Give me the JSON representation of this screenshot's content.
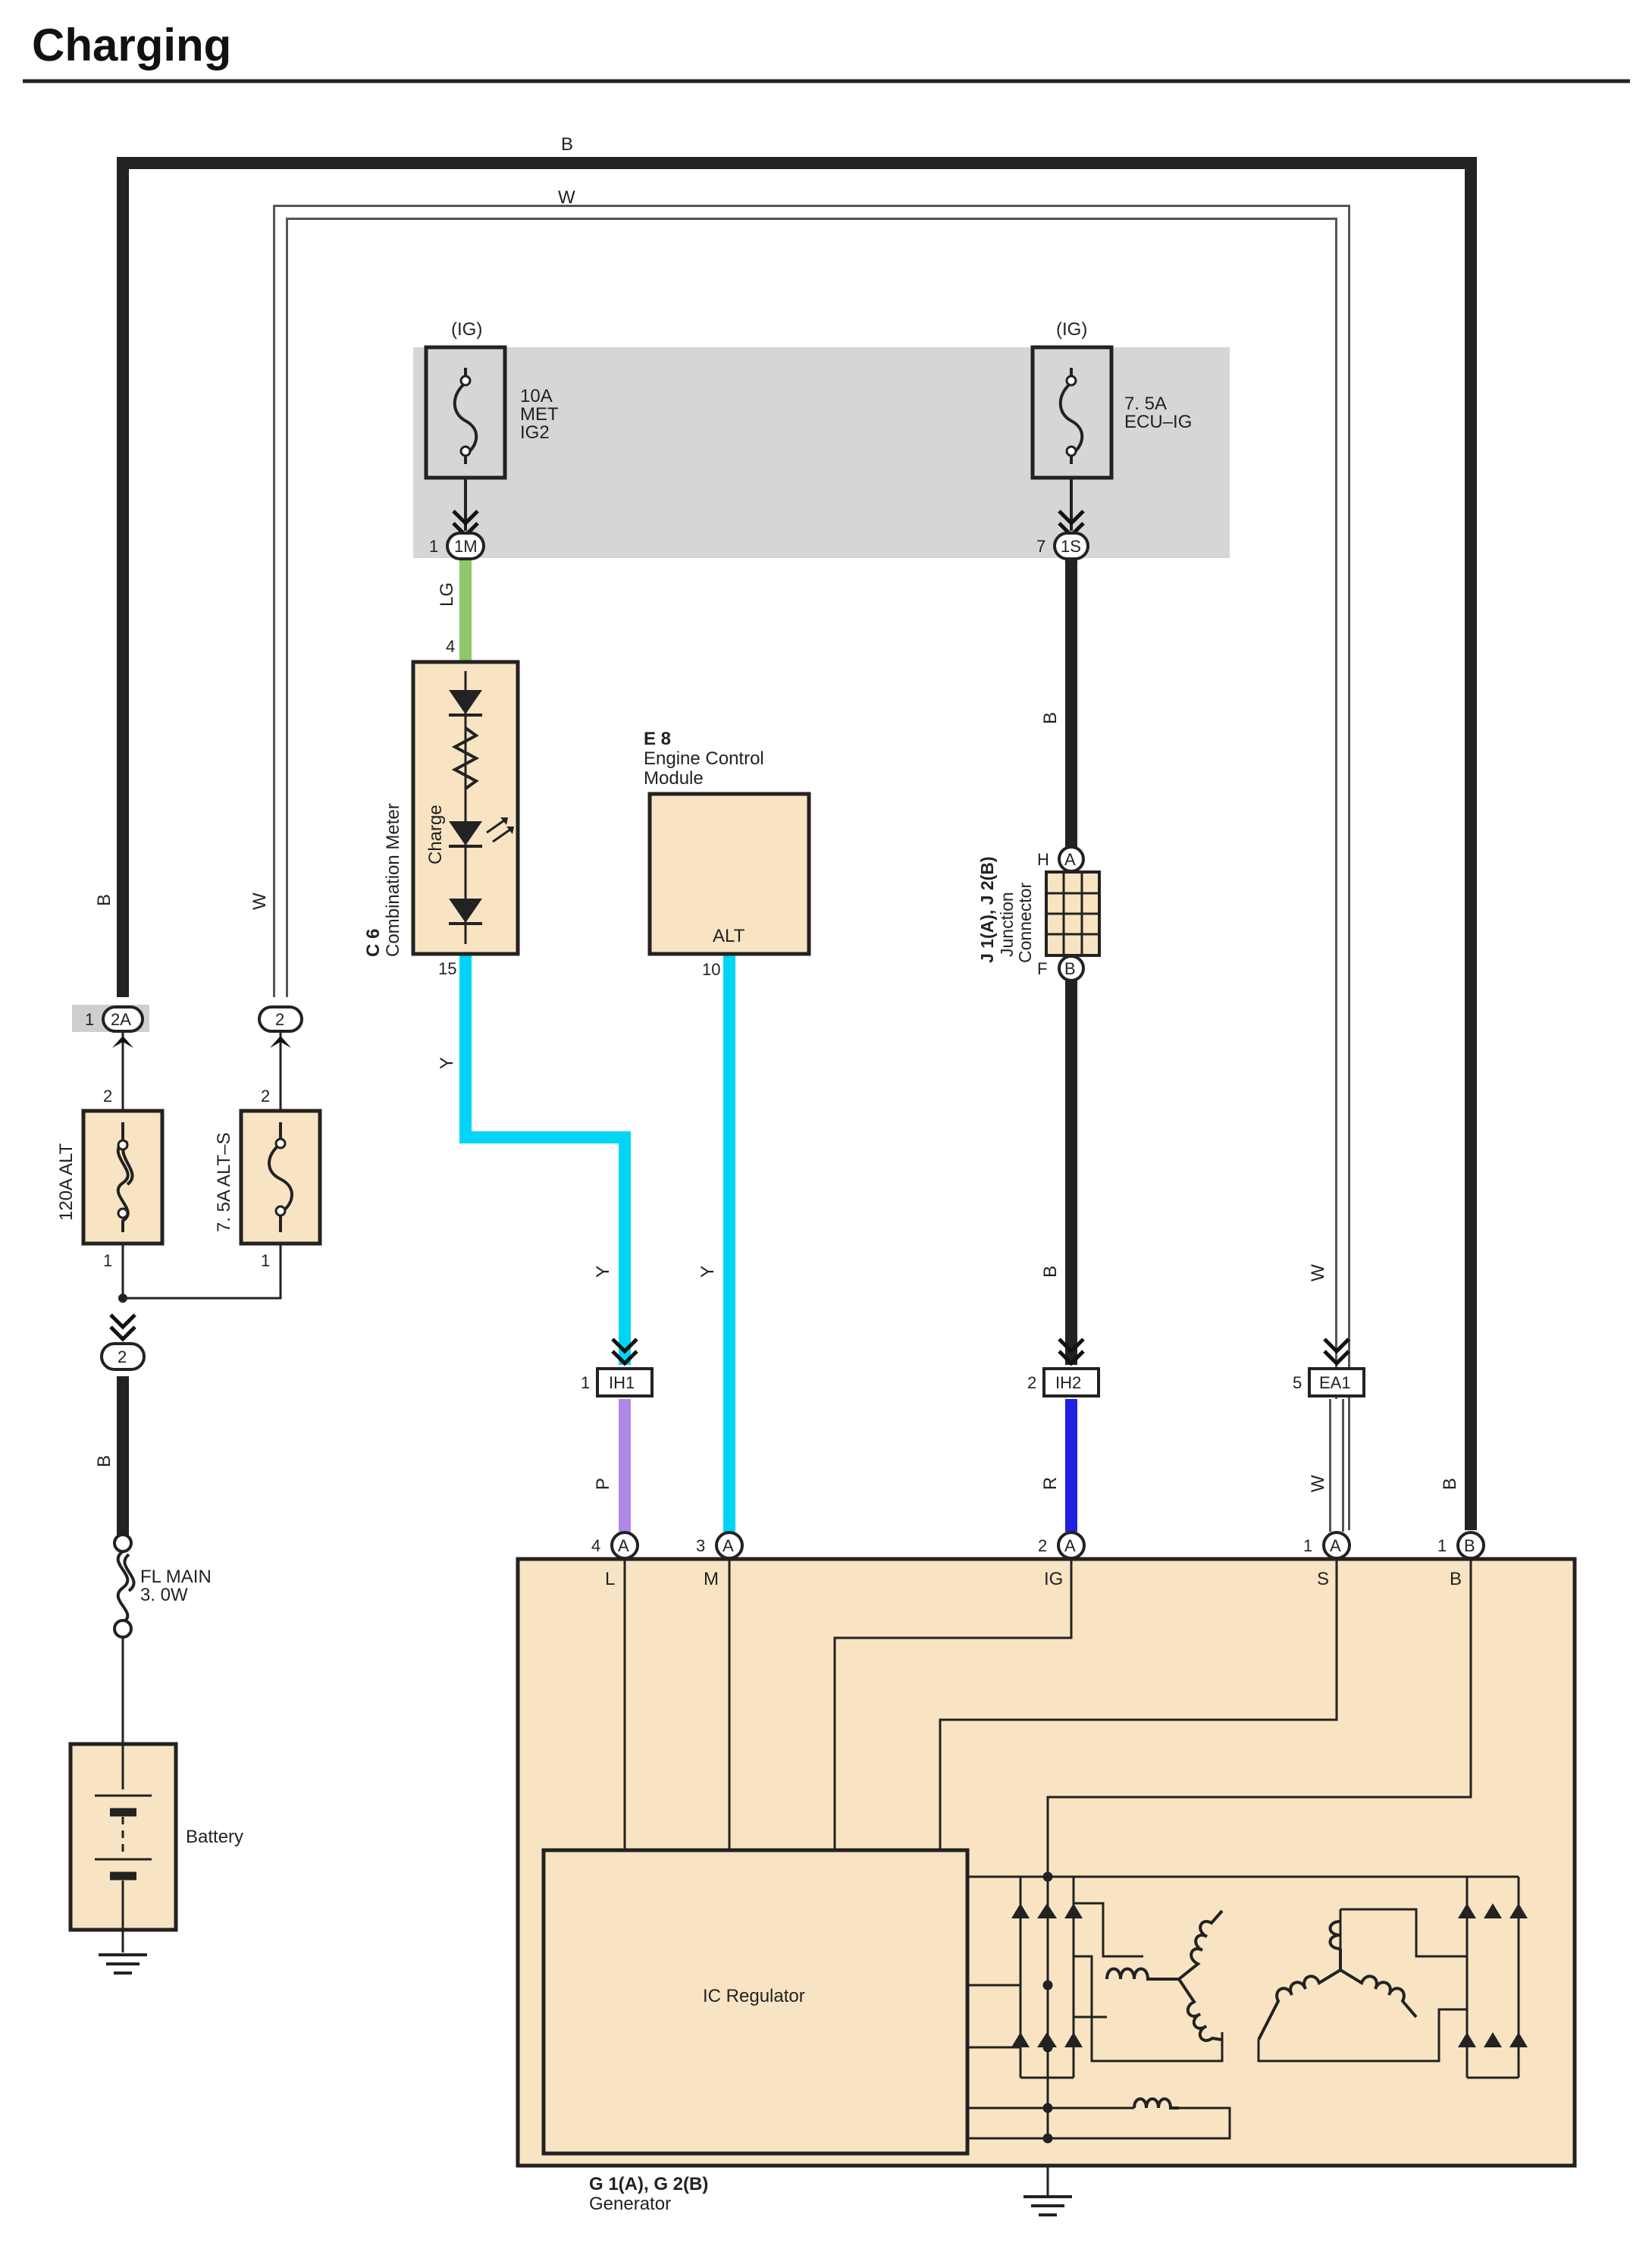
{
  "title": "Charging",
  "colors": {
    "component_fill": "#f8e4c3",
    "junction_block_fill": "#d6d6d6",
    "wire_black": "#222222",
    "wire_white": "#ffffff",
    "wire_light_green": "#8fc76a",
    "wire_yellow": "#00d5f5",
    "wire_pink": "#b088e8",
    "wire_red": "#2020e0"
  },
  "wires": {
    "top_b": "B",
    "top_w": "W",
    "left_b": "B",
    "left_w": "W",
    "lg": "LG",
    "b_upper": "B",
    "y_meter": "Y",
    "y_ih1": "Y",
    "y_ecm": "Y",
    "b_lower": "B",
    "w_lower": "W",
    "p": "P",
    "r": "R",
    "w_gen": "W",
    "b_gen": "B",
    "b_battery": "B"
  },
  "junction_block": {
    "ig_left": "(IG)",
    "ig_right": "(IG)",
    "fuse_met": [
      "10A",
      "MET",
      "IG2"
    ],
    "fuse_ecu": [
      "7. 5A",
      "ECU–IG"
    ],
    "conn_1m": "1M",
    "conn_1m_pin": "1",
    "conn_1s": "1S",
    "conn_1s_pin": "7"
  },
  "fuses": {
    "alt_label": "120A ALT",
    "alts_label": "7. 5A ALT–S",
    "alt_pin_top": "2",
    "alt_pin_bottom": "1",
    "alts_pin_top": "2",
    "alts_pin_bottom": "1",
    "conn_2a": "2A",
    "conn_2a_pin": "1",
    "conn_2": "2",
    "conn_2_lower": "2",
    "fl_main": [
      "FL MAIN",
      "3. 0W"
    ]
  },
  "battery": {
    "label": "Battery"
  },
  "meter": {
    "code": "C 6",
    "name": "Combination Meter",
    "inner": "Charge",
    "pin_top": "4",
    "pin_bottom": "15"
  },
  "ecm": {
    "code": "E 8",
    "name": [
      "Engine Control",
      "Module"
    ],
    "terminal": "ALT",
    "pin": "10"
  },
  "junction_connector": {
    "codes": "J 1(A), J 2(B)",
    "name": [
      "Junction",
      "Connector"
    ],
    "pin_top": "H",
    "pin_top_conn": "A",
    "pin_bottom": "F",
    "pin_bottom_conn": "B"
  },
  "connectors": {
    "ih1": "IH1",
    "ih1_pin": "1",
    "ih2": "IH2",
    "ih2_pin": "2",
    "ea1": "EA1",
    "ea1_pin": "5"
  },
  "generator": {
    "codes": "G 1(A), G 2(B)",
    "name": "Generator",
    "regulator": "IC Regulator",
    "terminals": [
      {
        "pin": "4",
        "conn": "A",
        "name": "L"
      },
      {
        "pin": "3",
        "conn": "A",
        "name": "M"
      },
      {
        "pin": "2",
        "conn": "A",
        "name": "IG"
      },
      {
        "pin": "1",
        "conn": "A",
        "name": "S"
      },
      {
        "pin": "1",
        "conn": "B",
        "name": "B"
      }
    ]
  }
}
